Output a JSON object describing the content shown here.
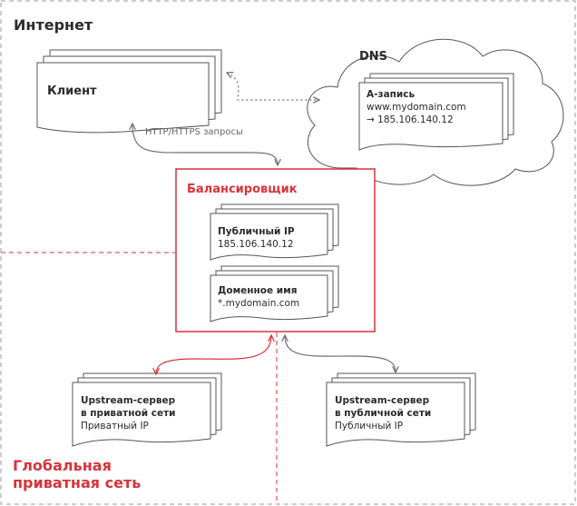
{
  "regions": {
    "internet": "Интернет",
    "private_network": [
      "Глобальная",
      "приватная сеть"
    ]
  },
  "client": {
    "title": "Клиент"
  },
  "dns": {
    "title": "DNS",
    "record": {
      "title": "A-запись",
      "domain": "www.mydomain.com",
      "ip": "→ 185.106.140.12"
    }
  },
  "edges": {
    "client_balancer": "HTTP/HTTPS запросы"
  },
  "balancer": {
    "title": "Балансировщик",
    "public_ip": {
      "title": "Публичный IP",
      "value": "185.106.140.12"
    },
    "domain_name": {
      "title": "Доменное имя",
      "value": "*.mydomain.com"
    }
  },
  "upstream_private": {
    "title": [
      "Upstream-сервер",
      "в приватной сети"
    ],
    "subtitle": "Приватный IP"
  },
  "upstream_public": {
    "title": [
      "Upstream-сервер",
      "в публичной сети"
    ],
    "subtitle": "Публичный IP"
  },
  "colors": {
    "accent": "#d9323b",
    "line": "#707070",
    "border_dash": "#999999",
    "text": "#2b2b2b"
  }
}
